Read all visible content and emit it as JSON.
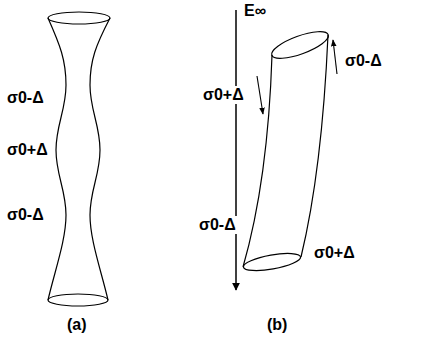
{
  "diagram": {
    "labels": [
      "E∞",
      "σ0-Δ",
      "σ0+Δ",
      "σ0-Δ",
      "σ0+Δ",
      "σ0-Δ",
      "σ0-Δ",
      "σ0+Δ",
      "(a)",
      "(b)"
    ]
  }
}
